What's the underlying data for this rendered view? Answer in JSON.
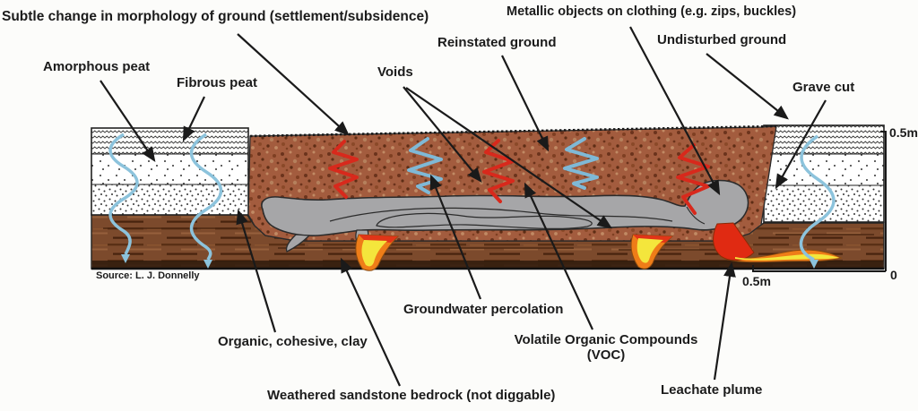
{
  "labels": {
    "subtle_change": "Subtle change in morphology of ground (settlement/subsidence)",
    "metallic_objects": "Metallic objects on clothing (e.g. zips, buckles)",
    "amorphous_peat": "Amorphous peat",
    "fibrous_peat": "Fibrous peat",
    "voids": "Voids",
    "reinstated_ground": "Reinstated ground",
    "undisturbed_ground": "Undisturbed ground",
    "grave_cut": "Grave cut",
    "groundwater_percolation": "Groundwater percolation",
    "organic_clay": "Organic, cohesive, clay",
    "voc_line1": "Volatile Organic Compounds",
    "voc_line2": "(VOC)",
    "weathered_bedrock": "Weathered sandstone bedrock (not diggable)",
    "leachate_plume": "Leachate plume"
  },
  "source": "Source: L. J. Donnelly",
  "scale": {
    "vertical_top": "0.5m",
    "zero": "0",
    "horizontal": "0.5m"
  },
  "colors": {
    "annotation": "#1A1A1A",
    "reinstated_fill_brown": "#A35C3E",
    "bedrock_brown": "#7C4A2C",
    "body_grey": "#A6A6A8",
    "groundwater_blue": "#8CC3DC",
    "voc_red": "#D8291C",
    "leachate_red": "#E02A12",
    "leachate_orange": "#EF7D18",
    "leachate_yellow": "#F4E63C"
  }
}
